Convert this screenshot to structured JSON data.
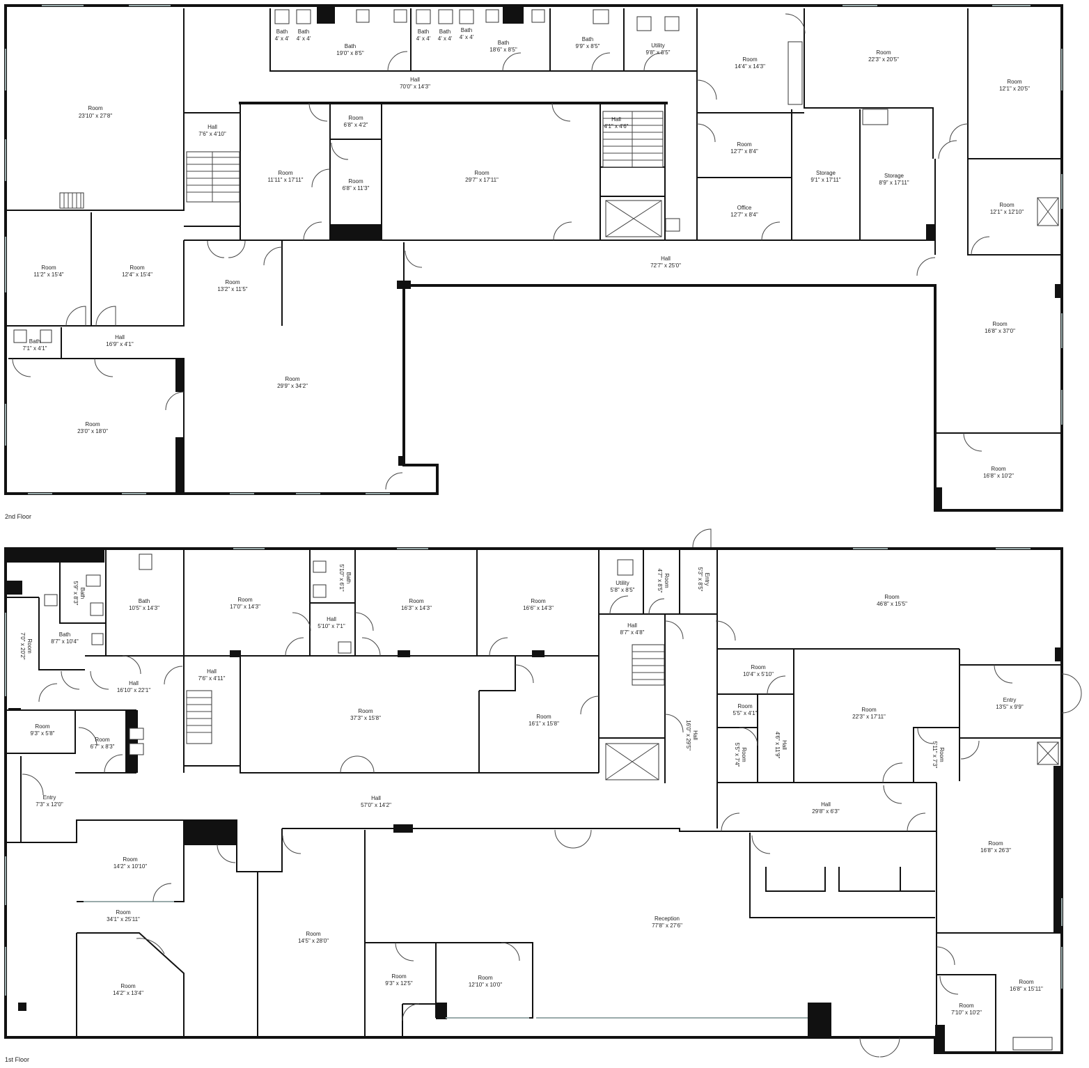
{
  "floors": [
    {
      "name": "2nd Floor",
      "rooms": [
        {
          "label": "Room",
          "dim": "23'10\" x 27'8\""
        },
        {
          "label": "Bath",
          "dim": "4' x 4'"
        },
        {
          "label": "Bath",
          "dim": "4' x 4'"
        },
        {
          "label": "Bath",
          "dim": "19'0\" x 8'5\""
        },
        {
          "label": "Bath",
          "dim": "4' x 4'"
        },
        {
          "label": "Bath",
          "dim": "4' x 4'"
        },
        {
          "label": "Bath",
          "dim": "4' x 4'"
        },
        {
          "label": "Bath",
          "dim": "18'6\" x 8'5\""
        },
        {
          "label": "Bath",
          "dim": "9'9\" x 8'5\""
        },
        {
          "label": "Utility",
          "dim": "9'8\" x 8'5\""
        },
        {
          "label": "Room",
          "dim": "14'4\" x 14'3\""
        },
        {
          "label": "Room",
          "dim": "22'3\" x 20'5\""
        },
        {
          "label": "Room",
          "dim": "12'1\" x 20'5\""
        },
        {
          "label": "Hall",
          "dim": "70'0\" x 14'3\""
        },
        {
          "label": "Hall",
          "dim": "7'6\" x 4'10\""
        },
        {
          "label": "Room",
          "dim": "11'11\" x 17'11\""
        },
        {
          "label": "Room",
          "dim": "6'8\" x 4'2\""
        },
        {
          "label": "Room",
          "dim": "6'8\" x 11'3\""
        },
        {
          "label": "Room",
          "dim": "29'7\" x 17'11\""
        },
        {
          "label": "Hall",
          "dim": "4'1\" x 4'6\""
        },
        {
          "label": "Room",
          "dim": "12'7\" x 8'4\""
        },
        {
          "label": "Office",
          "dim": "12'7\" x 8'4\""
        },
        {
          "label": "Storage",
          "dim": "9'1\" x 17'11\""
        },
        {
          "label": "Storage",
          "dim": "8'9\" x 17'11\""
        },
        {
          "label": "Room",
          "dim": "12'1\" x 12'10\""
        },
        {
          "label": "Room",
          "dim": "11'2\" x 15'4\""
        },
        {
          "label": "Room",
          "dim": "12'4\" x 15'4\""
        },
        {
          "label": "Room",
          "dim": "13'2\" x 11'5\""
        },
        {
          "label": "Hall",
          "dim": "72'7\" x 25'0\""
        },
        {
          "label": "Bath",
          "dim": "7'1\" x 4'1\""
        },
        {
          "label": "Hall",
          "dim": "16'9\" x 4'1\""
        },
        {
          "label": "Room",
          "dim": "29'9\" x 34'2\""
        },
        {
          "label": "Room",
          "dim": "23'0\" x 18'0\""
        },
        {
          "label": "Room",
          "dim": "16'8\" x 37'0\""
        },
        {
          "label": "Room",
          "dim": "16'8\" x 10'2\""
        }
      ]
    },
    {
      "name": "1st Floor",
      "rooms": [
        {
          "label": "Bath",
          "dim": "5'9\" x 8'3\""
        },
        {
          "label": "Bath",
          "dim": "8'7\" x 10'4\""
        },
        {
          "label": "Room",
          "dim": "7'0\" x 20'2\""
        },
        {
          "label": "Bath",
          "dim": "10'5\" x 14'3\""
        },
        {
          "label": "Room",
          "dim": "17'0\" x 14'3\""
        },
        {
          "label": "Bath",
          "dim": "5'10\" x 6'1\""
        },
        {
          "label": "Hall",
          "dim": "5'10\" x 7'1\""
        },
        {
          "label": "Room",
          "dim": "16'3\" x 14'3\""
        },
        {
          "label": "Room",
          "dim": "16'6\" x 14'3\""
        },
        {
          "label": "Utility",
          "dim": "5'8\" x 8'5\""
        },
        {
          "label": "Room",
          "dim": "4'7\" x 8'5\""
        },
        {
          "label": "Entry",
          "dim": "5'3\" x 8'5\""
        },
        {
          "label": "Room",
          "dim": "46'8\" x 15'5\""
        },
        {
          "label": "Hall",
          "dim": "8'7\" x 4'8\""
        },
        {
          "label": "Hall",
          "dim": "16'10\" x 22'1\""
        },
        {
          "label": "Hall",
          "dim": "7'6\" x 4'11\""
        },
        {
          "label": "Room",
          "dim": "37'3\" x 15'8\""
        },
        {
          "label": "Room",
          "dim": "16'1\" x 15'8\""
        },
        {
          "label": "Hall",
          "dim": "16'0\" x 29'5\""
        },
        {
          "label": "Room",
          "dim": "10'4\" x 5'10\""
        },
        {
          "label": "Room",
          "dim": "5'5\" x 4'1\""
        },
        {
          "label": "Room",
          "dim": "5'5\" x 7'4\""
        },
        {
          "label": "Hall",
          "dim": "4'6\" x 11'9\""
        },
        {
          "label": "Room",
          "dim": "22'3\" x 17'11\""
        },
        {
          "label": "Room",
          "dim": "5'11\" x 7'3\""
        },
        {
          "label": "Entry",
          "dim": "13'5\" x 9'9\""
        },
        {
          "label": "Room",
          "dim": "9'3\" x 5'8\""
        },
        {
          "label": "Room",
          "dim": "6'7\" x 8'3\""
        },
        {
          "label": "Entry",
          "dim": "7'3\" x 12'0\""
        },
        {
          "label": "Hall",
          "dim": "57'0\" x 14'2\""
        },
        {
          "label": "Hall",
          "dim": "29'8\" x 6'3\""
        },
        {
          "label": "Room",
          "dim": "16'8\" x 26'3\""
        },
        {
          "label": "Room",
          "dim": "14'2\" x 10'10\""
        },
        {
          "label": "Room",
          "dim": "34'1\" x 25'11\""
        },
        {
          "label": "Room",
          "dim": "14'5\" x 28'0\""
        },
        {
          "label": "Reception",
          "dim": "77'8\" x 27'6\""
        },
        {
          "label": "Room",
          "dim": "14'2\" x 13'4\""
        },
        {
          "label": "Room",
          "dim": "9'3\" x 12'5\""
        },
        {
          "label": "Room",
          "dim": "12'10\" x 10'0\""
        },
        {
          "label": "Room",
          "dim": "16'8\" x 15'11\""
        },
        {
          "label": "Room",
          "dim": "7'10\" x 10'2\""
        }
      ]
    }
  ]
}
